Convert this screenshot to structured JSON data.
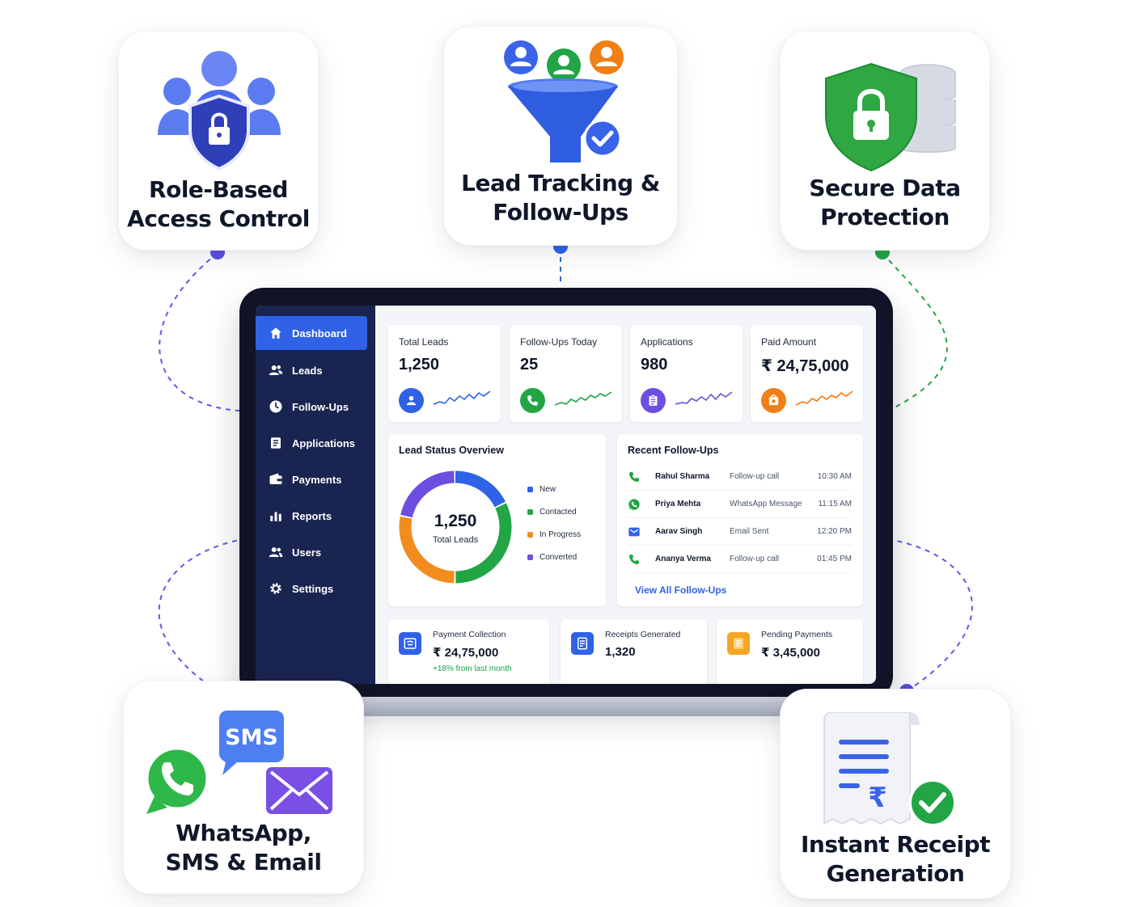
{
  "features": {
    "role_access": {
      "title": "Role-Based\nAccess Control"
    },
    "lead_tracking": {
      "title": "Lead Tracking &\nFollow-Ups"
    },
    "secure_data": {
      "title": "Secure Data\nProtection"
    },
    "messaging": {
      "title": "WhatsApp,\nSMS & Email",
      "sms_badge": "SMS"
    },
    "receipt": {
      "title": "Instant Receipt\nGeneration",
      "currency_symbol": "₹"
    }
  },
  "sidebar": {
    "items": [
      {
        "label": "Dashboard",
        "icon": "home-icon",
        "active": true
      },
      {
        "label": "Leads",
        "icon": "leads-icon"
      },
      {
        "label": "Follow-Ups",
        "icon": "clock-icon"
      },
      {
        "label": "Applications",
        "icon": "document-icon"
      },
      {
        "label": "Payments",
        "icon": "wallet-icon"
      },
      {
        "label": "Reports",
        "icon": "bar-chart-icon"
      },
      {
        "label": "Users",
        "icon": "users-icon"
      },
      {
        "label": "Settings",
        "icon": "gear-icon"
      }
    ]
  },
  "stats": [
    {
      "label": "Total Leads",
      "value": "1,250",
      "color": "#2f62e6",
      "icon": "user-icon"
    },
    {
      "label": "Follow-Ups Today",
      "value": "25",
      "color": "#22a545",
      "icon": "phone-icon"
    },
    {
      "label": "Applications",
      "value": "980",
      "color": "#6d4ee0",
      "icon": "clipboard-icon"
    },
    {
      "label": "Paid Amount",
      "value": "₹ 24,75,000",
      "color": "#f07f16",
      "icon": "payment-icon"
    }
  ],
  "lead_status": {
    "title": "Lead Status Overview",
    "total": "1,250",
    "total_label": "Total Leads",
    "legend": [
      {
        "label": "New",
        "color": "#2f62e6"
      },
      {
        "label": "Contacted",
        "color": "#22a545"
      },
      {
        "label": "In Progress",
        "color": "#f28c1c"
      },
      {
        "label": "Converted",
        "color": "#6d4ee0"
      }
    ]
  },
  "recent_followups": {
    "title": "Recent Follow-Ups",
    "rows": [
      {
        "name": "Rahul Sharma",
        "type": "Follow-up call",
        "time": "10:30 AM",
        "icon": "phone-icon",
        "color": "#22a545"
      },
      {
        "name": "Priya Mehta",
        "type": "WhatsApp Message",
        "time": "11:15 AM",
        "icon": "whatsapp-icon",
        "color": "#22a545"
      },
      {
        "name": "Aarav Singh",
        "type": "Email Sent",
        "time": "12:20 PM",
        "icon": "mail-icon",
        "color": "#2f62e6"
      },
      {
        "name": "Ananya Verma",
        "type": "Follow-up call",
        "time": "01:45 PM",
        "icon": "phone-icon",
        "color": "#22a545"
      }
    ],
    "view_all": "View All Follow-Ups"
  },
  "bottom": [
    {
      "label": "Payment Collection",
      "value": "₹ 24,75,000",
      "note": "+18% from last month",
      "color": "#2f62e6",
      "icon": "payment-collection-icon"
    },
    {
      "label": "Receipts Generated",
      "value": "1,320",
      "note": "",
      "color": "#2f62e6",
      "icon": "receipt-icon"
    },
    {
      "label": "Pending Payments",
      "value": "₹ 3,45,000",
      "note": "",
      "color": "#f5a524",
      "icon": "pending-list-icon"
    }
  ]
}
